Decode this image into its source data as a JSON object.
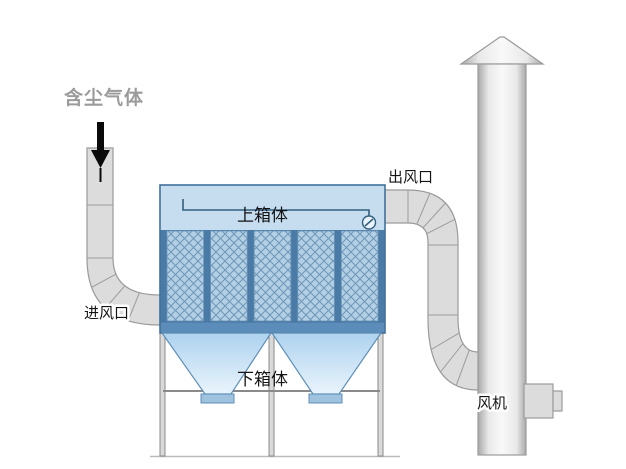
{
  "diagram": {
    "labels": {
      "dust_gas": "含尘气体",
      "inlet": "进风口",
      "upper_box": "上箱体",
      "outlet": "出风口",
      "lower_box": "下箱体",
      "fan": "风机"
    },
    "colors": {
      "bg": "#ffffff",
      "duct_fill": "#dcdcdc",
      "duct_stroke": "#9b9b9b",
      "filter_outline": "#41719c",
      "upper_band": "#c6ddf0",
      "bag_section": "#4a7ba6",
      "bag_fill": "#b3cfe4",
      "bag_mesh": "#6e96b8",
      "bottom_plate": "#5b8cba",
      "hopper_top": "#aed2ee",
      "hopper_bottom": "#e9f4fc",
      "hopper_stroke": "#5d8fb8",
      "frame": "#8a8a8a",
      "flange_fill": "#9fc2de",
      "pipe_dark": "#33607e",
      "label_gray": "#9b9b9b",
      "label_black": "#141414",
      "arrow_black": "#0a0a0a"
    }
  }
}
